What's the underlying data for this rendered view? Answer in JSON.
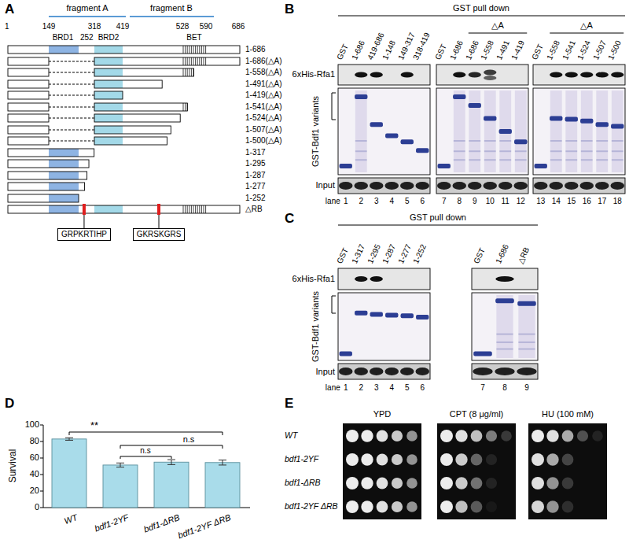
{
  "diagram": {
    "nodes": [
      {
        "text": [
          "1-686"
        ]
      },
      {
        "text": [
          "1-686(△A)"
        ]
      },
      {
        "text": [
          "1-558(△A)"
        ]
      },
      {
        "text": [
          "1-491(△A)"
        ]
      },
      {
        "text": [
          "1-419(△A)"
        ]
      },
      {
        "text": [
          "1-541(△A)"
        ]
      },
      {
        "text": [
          "1-524(△A)"
        ]
      },
      {
        "text": [
          "1-507(△A)"
        ]
      },
      {
        "text": [
          "1-500(△A)"
        ]
      },
      {
        "text": [
          "1-317"
        ]
      },
      {
        "text": [
          "1-295"
        ]
      },
      {
        "text": [
          "1-287"
        ]
      },
      {
        "text": [
          "1-277"
        ]
      },
      {
        "text": [
          "1-252"
        ]
      },
      {
        "text": [
          "△RB"
        ]
      },
      {
        "text": [
          "GRPKRTIHP"
        ]
      },
      {
        "text": [
          "GKRSKGRS"
        ]
      }
    ],
    "edges": [
      {
        "from": 14,
        "to": 15,
        "arrow": "none"
      },
      {
        "from": 14,
        "to": 16,
        "arrow": "none"
      }
    ],
    "labels": [
      "A",
      "fragment A",
      "fragment B",
      "1",
      "149",
      "252",
      "318",
      "419",
      "528",
      "590",
      "686",
      "BRD1",
      "BRD2",
      "BET",
      "B",
      "GST pull down",
      "△A",
      "△A",
      "GST",
      "1-686",
      "419-686",
      "1-148",
      "149-317",
      "318-419",
      "GST",
      "1-686",
      "1-686",
      "1-558",
      "1-491",
      "1-419",
      "GST",
      "1-558",
      "1-541",
      "1-524",
      "1-507",
      "1-500",
      "6xHis-Rfa1",
      "GST-Bdf1 variants",
      "Input",
      "lane",
      "1",
      "2",
      "3",
      "4",
      "5",
      "6",
      "7",
      "8",
      "9",
      "10",
      "11",
      "12",
      "13",
      "14",
      "15",
      "16",
      "17",
      "18",
      "C",
      "GST pull down",
      "GST",
      "1-317",
      "1-295",
      "1-287",
      "1-277",
      "1-252",
      "GST",
      "1-686",
      "△RB",
      "6xHis-Rfa1",
      "GST-Bdf1 variants",
      "Input",
      "lane",
      "1",
      "2",
      "3",
      "4",
      "5",
      "6",
      "7",
      "8",
      "9",
      "D",
      "Survival",
      "0",
      "20",
      "40",
      "60",
      "80",
      "100",
      "**",
      "n.s",
      "n.s",
      "WT",
      "bdf1-2YF",
      "bdf1-ΔRB",
      "bdf1-2YF ΔRB",
      "E",
      "YPD",
      "CPT (8 μg/ml)",
      "HU (100 mM)",
      "WT",
      "bdf1-2YF",
      "bdf1-ΔRB",
      "bdf1-2YF ΔRB"
    ]
  }
}
